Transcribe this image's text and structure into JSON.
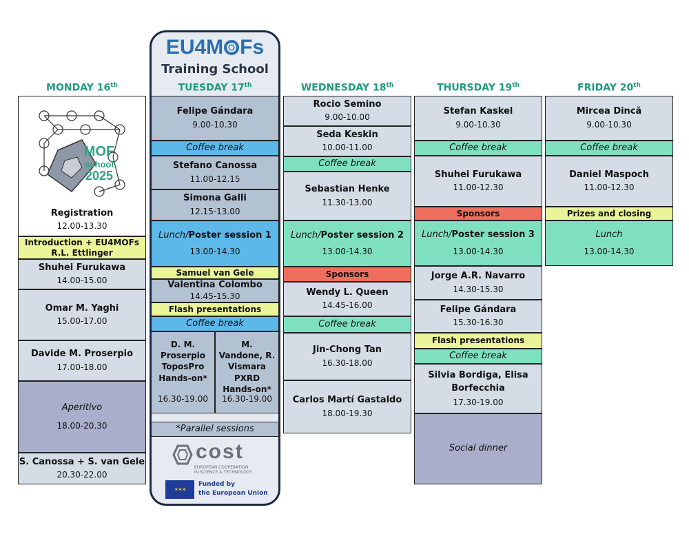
{
  "school": {
    "logo_text_a": "EU4M",
    "logo_text_b": "Fs",
    "subtitle": "Training School",
    "mof_badge": [
      "MOF",
      "school",
      "2025"
    ]
  },
  "days": {
    "mon": {
      "name": "MONDAY 16",
      "sup": "th"
    },
    "tue": {
      "name": "TUESDAY 17",
      "sup": "th"
    },
    "wed": {
      "name": "WEDNESDAY 18",
      "sup": "th"
    },
    "thu": {
      "name": "THURSDAY 19",
      "sup": "th"
    },
    "fri": {
      "name": "FRIDAY 20",
      "sup": "th"
    }
  },
  "monday": {
    "registration": "Registration",
    "registration_time": "12.00-13.30",
    "intro": "Introduction + EU4MOFs R.L. Ettlinger",
    "s1_name": "Shuhei Furukawa",
    "s1_time": "14.00-15.00",
    "s2_name": "Omar M. Yaghi",
    "s2_time": "15.00-17.00",
    "s3_name": "Davide M. Proserpio",
    "s3_time": "17.00-18.00",
    "aperitivo": "Aperitivo",
    "aperitivo_time": "18.00-20.30",
    "s4_name": "S. Canossa + S. van Gele",
    "s4_time": "20.30-22.00"
  },
  "tuesday": {
    "s1_name": "Felipe Gándara",
    "s1_time": "9.00-10.30",
    "coffee1": "Coffee break",
    "s2_name": "Stefano Canossa",
    "s2_time": "11.00-12.15",
    "s3_name": "Simona Galli",
    "s3_time": "12.15-13.00",
    "lunch_a": "Lunch/",
    "lunch_b": "Poster session 1",
    "lunch_time": "13.00-14.30",
    "s4_name": "Samuel van Gele",
    "s5_name": "Valentina Colombo",
    "s5_time": "14.45-15.30",
    "flash": "Flash presentations",
    "coffee2": "Coffee break",
    "hand1": "D. M. Proserpio ToposPro Hands-on*",
    "hand1_time": "16.30-19.00",
    "hand2": "M. Vandone, R. Vismara PXRD Hands-on*",
    "hand2_time": "16.30-19.00",
    "parallel": "*Parallel sessions"
  },
  "wednesday": {
    "s1_name": "Rocio Semino",
    "s1_time": "9.00-10.00",
    "s2_name": "Seda Keskin",
    "s2_time": "10.00-11.00",
    "coffee1": "Coffee break",
    "s3_name": "Sebastian Henke",
    "s3_time": "11.30-13.00",
    "lunch_a": "Lunch/",
    "lunch_b": "Poster session 2",
    "lunch_time": "13.00-14.30",
    "sponsors": "Sponsors",
    "s4_name": "Wendy L. Queen",
    "s4_time": "14.45-16.00",
    "coffee2": "Coffee break",
    "s5_name": "Jin-Chong Tan",
    "s5_time": "16.30-18.00",
    "s6_name": "Carlos Martí Gastaldo",
    "s6_time": "18.00-19.30"
  },
  "thursday": {
    "s1_name": "Stefan Kaskel",
    "s1_time": "9.00-10.30",
    "coffee1": "Coffee break",
    "s2_name": "Shuhei Furukawa",
    "s2_time": "11.00-12.30",
    "sponsors": "Sponsors",
    "lunch_a": "Lunch/",
    "lunch_b": "Poster session 3",
    "lunch_time": "13.00-14.30",
    "s3_name": "Jorge A.R. Navarro",
    "s3_time": "14.30-15.30",
    "s4_name": "Felipe Gándara",
    "s4_time": "15.30-16.30",
    "flash": "Flash presentations",
    "coffee2": "Coffee break",
    "s5_name": "Silvia Bordiga, Elisa Borfecchia",
    "s5_time": "17.30-19.00",
    "dinner": "Social dinner"
  },
  "friday": {
    "s1_name": "Mircea Dincă",
    "s1_time": "9.00-10.30",
    "coffee1": "Coffee break",
    "s2_name": "Daniel Maspoch",
    "s2_time": "11.00-12.30",
    "prizes": "Prizes and closing",
    "lunch": "Lunch",
    "lunch_time": "13.00-14.30"
  },
  "footer": {
    "cost_word": "cost",
    "cost_sub1": "EUROPEAN COOPERATION",
    "cost_sub2": "IN SCIENCE & TECHNOLOGY",
    "eu_line1": "Funded by",
    "eu_line2": "the European Union"
  },
  "colors": {
    "header_green": "#1f9b7a",
    "logo_blue": "#2a6fb0",
    "coffee_cyan": "#5bb8e8",
    "break_green": "#7fe0c1",
    "highlight_yellow": "#eaf59a",
    "sponsor_red": "#ef6f5e",
    "evening_purple": "#a9afcb"
  }
}
